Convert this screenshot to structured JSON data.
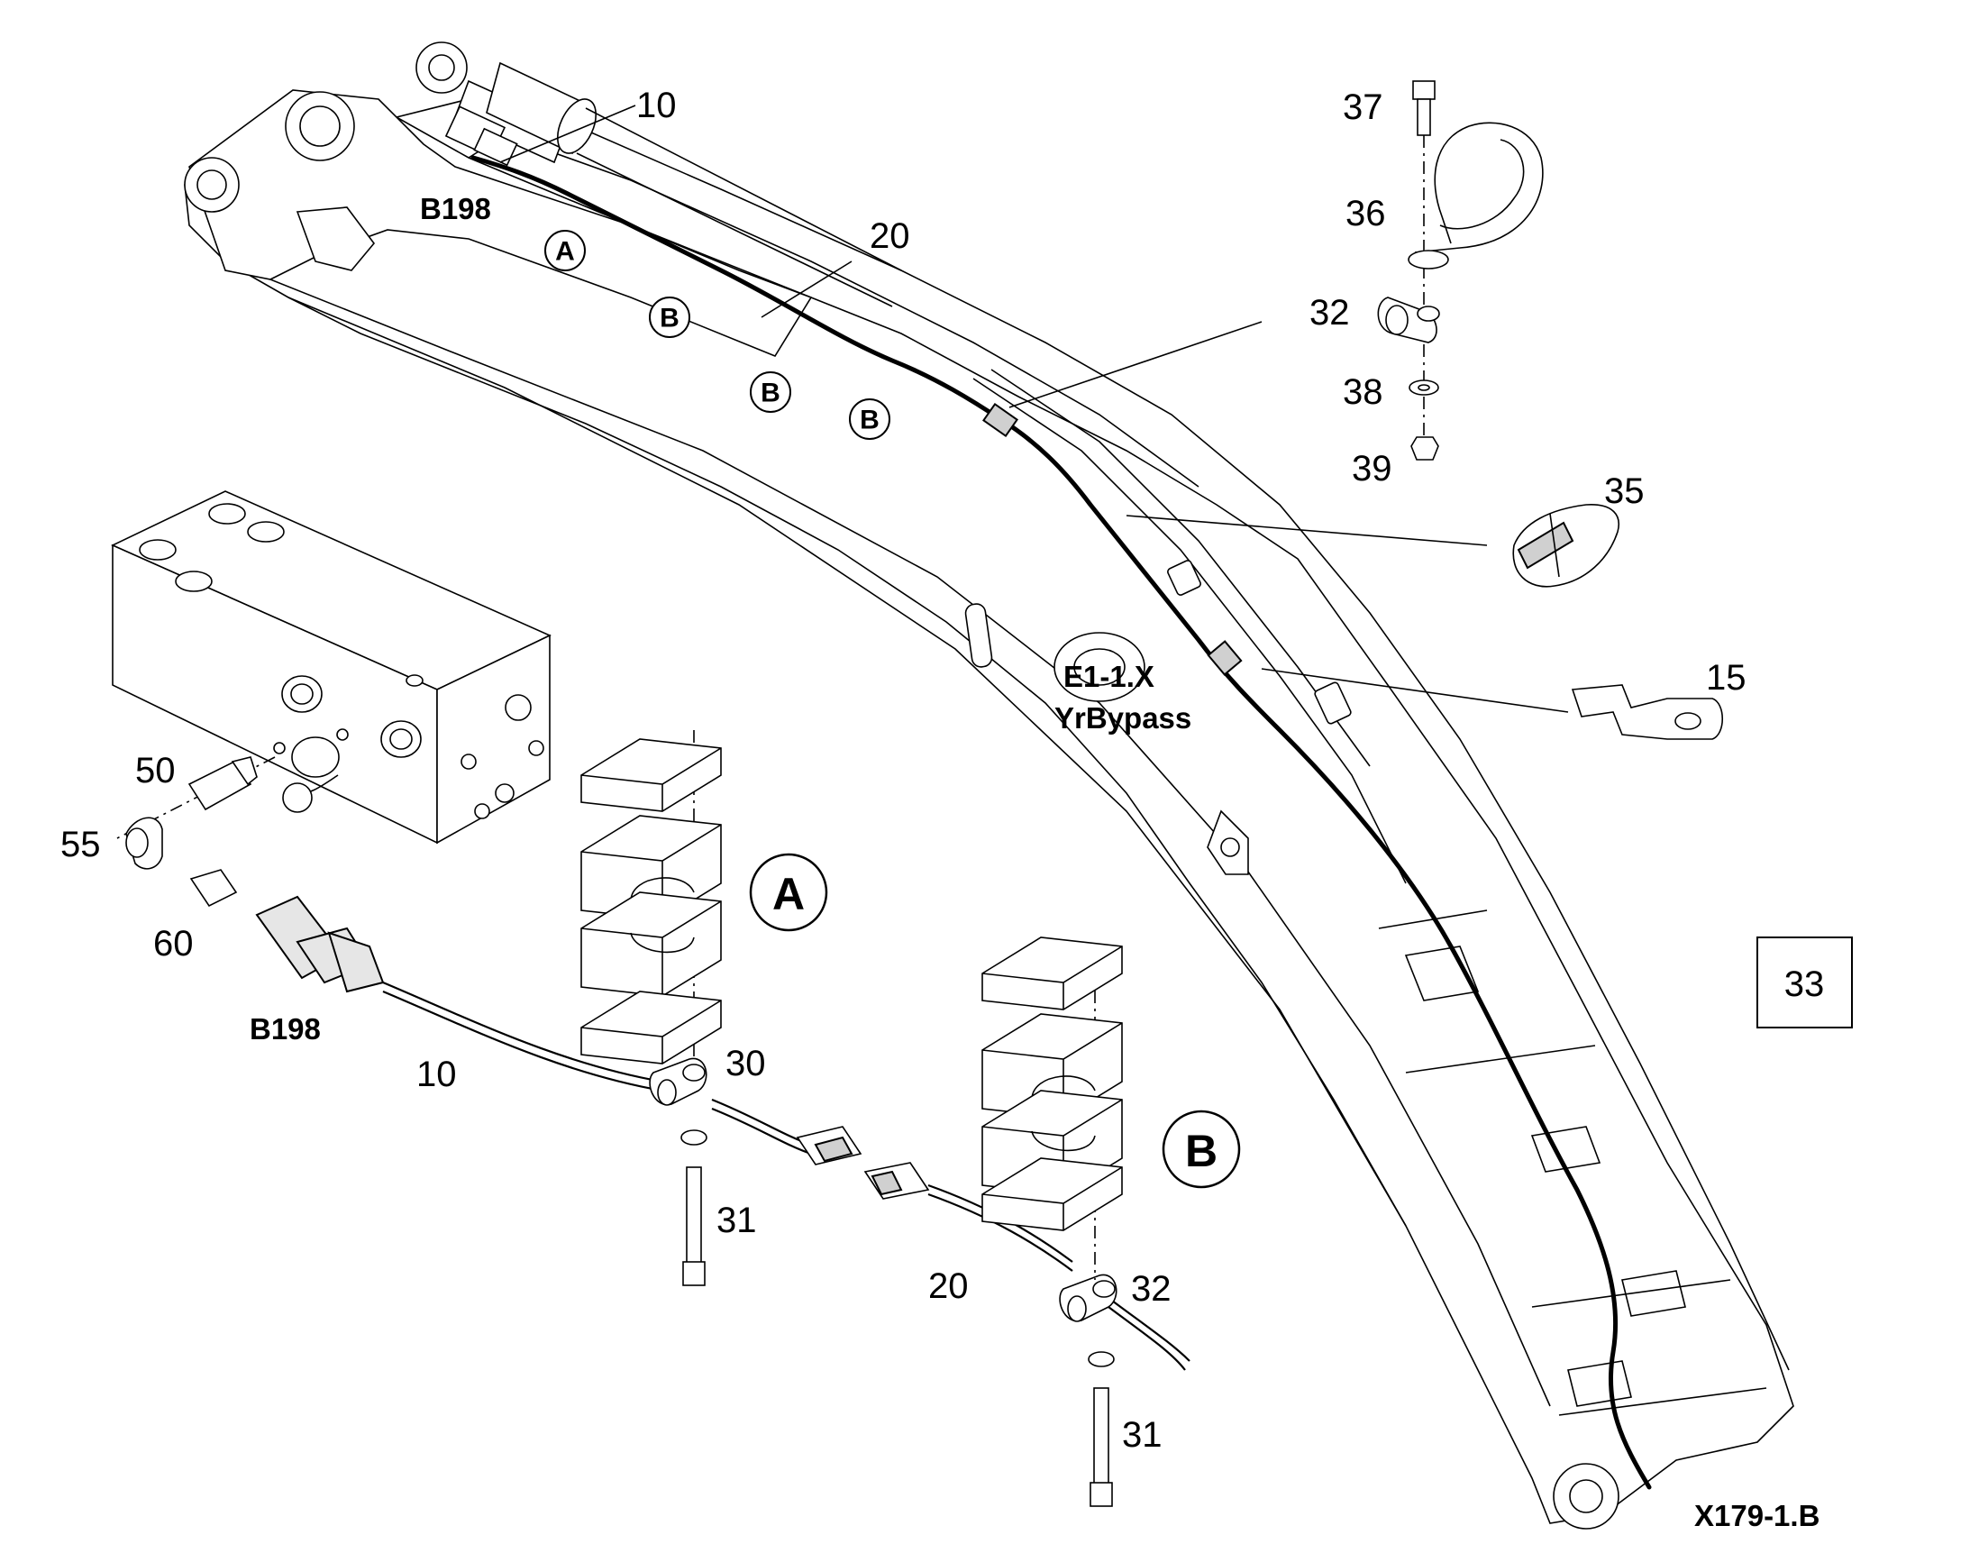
{
  "drawing": {
    "id": "X179-1.B",
    "sheet_box": "33"
  },
  "callouts": {
    "n10_top": "10",
    "n20_top": "20",
    "n37": "37",
    "n36": "36",
    "n32_top": "32",
    "n38": "38",
    "n39": "39",
    "n35": "35",
    "n15": "15",
    "n50": "50",
    "n55": "55",
    "n60": "60",
    "n10_bottom": "10",
    "n30": "30",
    "n31_left": "31",
    "n20_bottom": "20",
    "n32_bottom": "32",
    "n31_right": "31"
  },
  "designations": {
    "sensor_top": "B198",
    "sensor_bottom": "B198",
    "connector_line1": "E1-1.X",
    "connector_line2": "YrBypass"
  },
  "clamp_markers": {
    "a_small": "A",
    "b_small_1": "B",
    "b_small_2": "B",
    "b_small_3": "B",
    "a_large": "A",
    "b_large": "B"
  }
}
